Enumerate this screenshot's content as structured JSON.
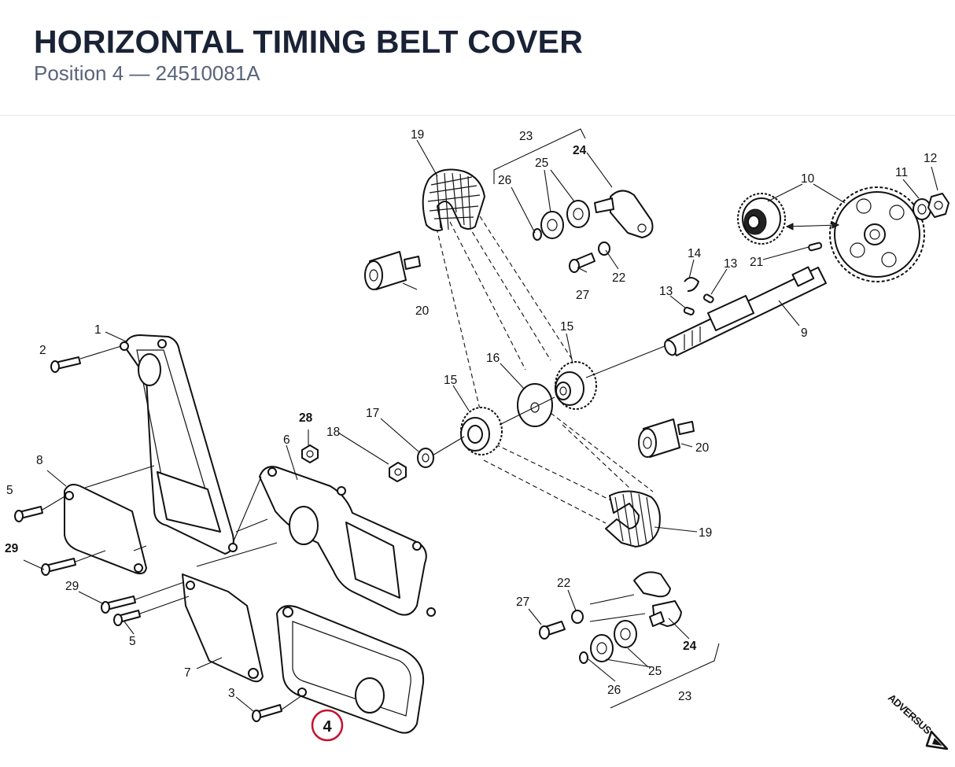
{
  "header": {
    "title": "HORIZONTAL TIMING BELT COVER",
    "subtitle": "Position 4 — 24510081A"
  },
  "diagram": {
    "highlighted_label": "4",
    "labels": {
      "l1": "1",
      "l2": "2",
      "l3": "3",
      "l5a": "5",
      "l5b": "5",
      "l6": "6",
      "l7": "7",
      "l8": "8",
      "l9": "9",
      "l10": "10",
      "l11": "11",
      "l12": "12",
      "l13a": "13",
      "l13b": "13",
      "l14": "14",
      "l15a": "15",
      "l15b": "15",
      "l16": "16",
      "l17": "17",
      "l18": "18",
      "l19a": "19",
      "l19b": "19",
      "l20a": "20",
      "l20b": "20",
      "l21": "21",
      "l22a": "22",
      "l22b": "22",
      "l23a": "23",
      "l23b": "23",
      "l24a": "24",
      "l24b": "24",
      "l25a": "25",
      "l25b": "25",
      "l26a": "26",
      "l26b": "26",
      "l27a": "27",
      "l27b": "27",
      "l28": "28",
      "l29a": "29",
      "l29b": "29"
    }
  },
  "logo": {
    "text": "ADVERSUS"
  },
  "colors": {
    "title": "#1a2236",
    "subtitle": "#59647a",
    "highlight": "#c8102e",
    "ink": "#111111"
  }
}
